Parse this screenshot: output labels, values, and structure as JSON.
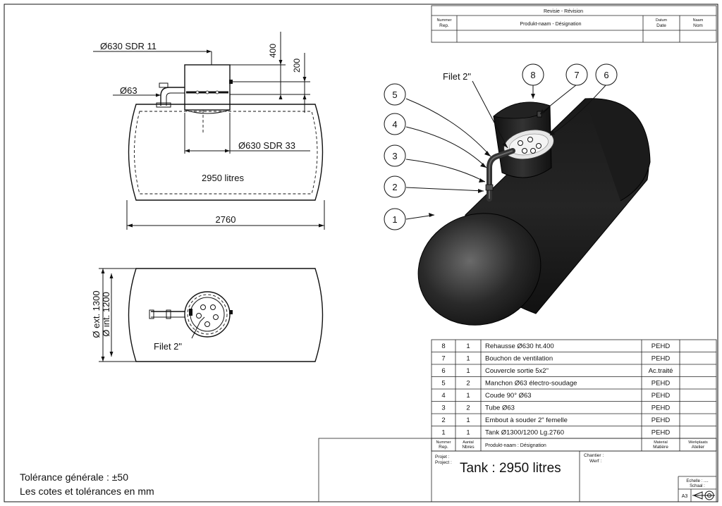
{
  "revision": {
    "title": "Revisie - Révision",
    "col_num": [
      "Nummer",
      "Rep."
    ],
    "col_name": "Produkt-naam - Désignation",
    "col_date": [
      "Datum",
      "Date"
    ],
    "col_nom": [
      "Naam",
      "Nom"
    ]
  },
  "side_view": {
    "dim_pipe": "Ø630 SDR 11",
    "dim_400": "400",
    "dim_200": "200",
    "dim_63": "Ø63",
    "dim_sdr33": "Ø630 SDR 33",
    "capacity": "2950 litres",
    "dim_length": "2760"
  },
  "top_view": {
    "dim_ext": "Ø ext. 1300",
    "dim_int": "Ø int. 1200",
    "filet_label": "Filet 2\""
  },
  "iso_view": {
    "filet_label": "Filet 2\"",
    "callouts": [
      "1",
      "2",
      "3",
      "4",
      "5",
      "6",
      "7",
      "8"
    ]
  },
  "bom": {
    "rows": [
      {
        "rep": "8",
        "qty": "1",
        "name": "Rehausse Ø630 ht.400",
        "mat": "PEHD"
      },
      {
        "rep": "7",
        "qty": "1",
        "name": "Bouchon de ventilation",
        "mat": "PEHD"
      },
      {
        "rep": "6",
        "qty": "1",
        "name": "Couvercle sortie 5x2\"",
        "mat": "Ac.traité"
      },
      {
        "rep": "5",
        "qty": "2",
        "name": "Manchon Ø63 électro-soudage",
        "mat": "PEHD"
      },
      {
        "rep": "4",
        "qty": "1",
        "name": "Coude 90° Ø63",
        "mat": "PEHD"
      },
      {
        "rep": "3",
        "qty": "2",
        "name": "Tube Ø63",
        "mat": "PEHD"
      },
      {
        "rep": "2",
        "qty": "1",
        "name": "Embout à souder 2\" femelle",
        "mat": "PEHD"
      },
      {
        "rep": "1",
        "qty": "1",
        "name": "Tank Ø1300/1200 Lg.2760",
        "mat": "PEHD"
      }
    ],
    "header": {
      "num": [
        "Nummer",
        "Rep."
      ],
      "qty": [
        "Aantal",
        "Nbres"
      ],
      "name": "Produkt-naam : Désignation",
      "mat": [
        "Material",
        "Matière"
      ],
      "shop": [
        "Werkplaats",
        "Atelier"
      ]
    }
  },
  "title_block": {
    "projet": [
      "Projet :",
      "Project :"
    ],
    "title": "Tank : 2950 litres",
    "chantier": [
      "Chantier :",
      "Werf :"
    ],
    "echelle": [
      "Echelle : ....",
      "Schaal :"
    ],
    "format": "A3"
  },
  "notes": {
    "tolerance": "Tolérance générale : ±50",
    "units": "Les cotes et tolérances  en mm"
  }
}
